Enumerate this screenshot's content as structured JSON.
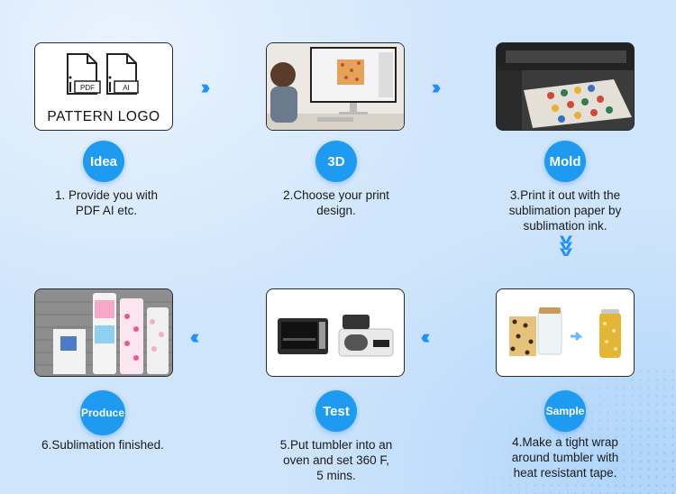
{
  "steps": [
    {
      "badge": "Idea",
      "caption_lines": [
        "1. Provide you with",
        "PDF AI etc."
      ],
      "card_text": "PATTERN LOGO",
      "file_labels": [
        "PDF",
        "AI"
      ]
    },
    {
      "badge": "3D",
      "caption_lines": [
        "2.Choose your print",
        "design."
      ]
    },
    {
      "badge": "Mold",
      "caption_lines": [
        "3.Print it out with the",
        "sublimation paper by",
        "sublimation ink."
      ]
    },
    {
      "badge": "Sample",
      "caption_lines": [
        "4.Make a tight wrap",
        "around tumbler with",
        "heat resistant tape."
      ]
    },
    {
      "badge": "Test",
      "caption_lines": [
        "5.Put tumbler into an",
        "oven and set 360 F,",
        "5 mins."
      ]
    },
    {
      "badge": "Produce",
      "caption_lines": [
        "6.Sublimation finished."
      ]
    }
  ],
  "colors": {
    "accent": "#1e9bf0",
    "background": "#cfe5fb"
  }
}
